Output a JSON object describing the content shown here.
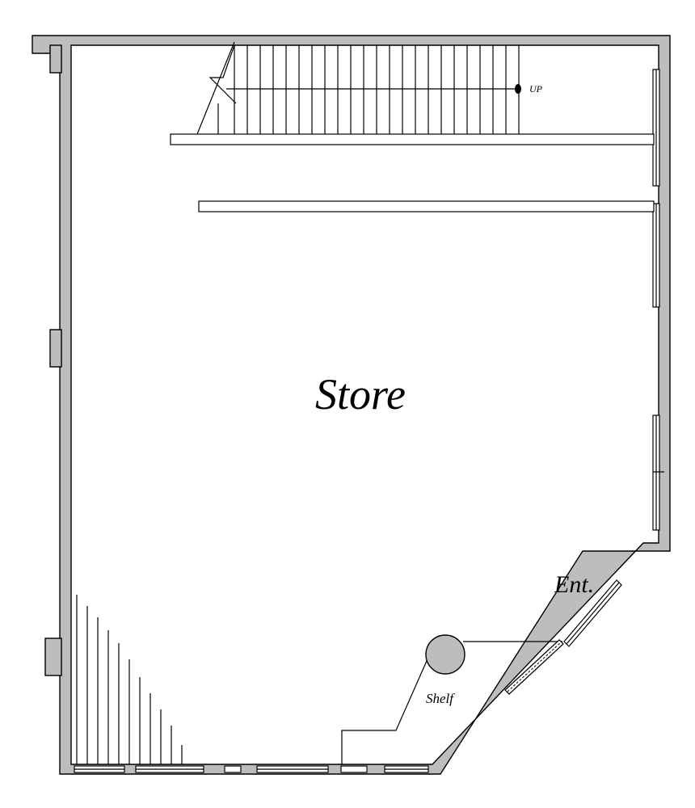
{
  "room": {
    "name": "Store"
  },
  "stairs": {
    "label": "UP"
  },
  "entrance": {
    "label": "Ent."
  },
  "fixture": {
    "label": "Shelf"
  },
  "colors": {
    "wall": "#bdbdbd",
    "line": "#000000",
    "background": "#ffffff"
  }
}
